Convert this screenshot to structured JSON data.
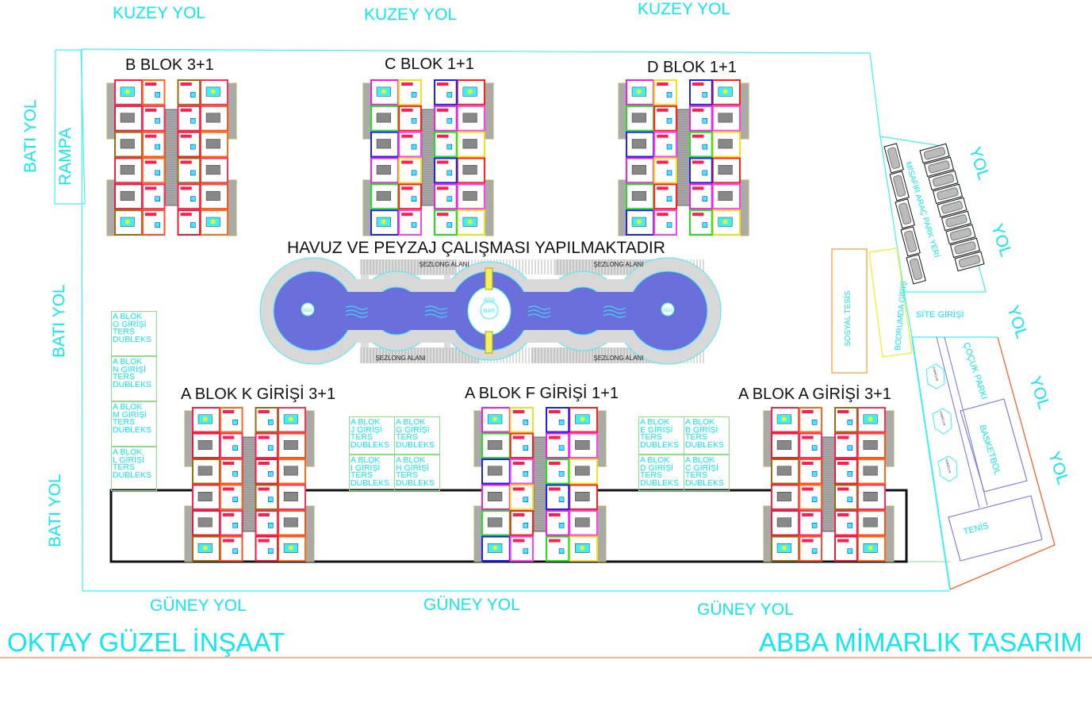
{
  "roads": {
    "north": [
      "KUZEY YOL",
      "KUZEY YOL",
      "KUZEY YOL"
    ],
    "south": [
      "GÜNEY YOL",
      "GÜNEY YOL",
      "GÜNEY YOL"
    ],
    "west": [
      "BATI YOL",
      "BATI YOL",
      "BATI YOL"
    ],
    "east": [
      "YOL",
      "YOL",
      "YOL",
      "YOL",
      "YOL"
    ],
    "ramp": "RAMPA"
  },
  "blocks": {
    "b": "B BLOK 3+1",
    "c": "C BLOK 1+1",
    "d": "D BLOK 1+1",
    "a_k": "A BLOK K GİRİŞİ 3+1",
    "a_f": "A BLOK F GİRİŞİ 1+1",
    "a_a": "A BLOK A GİRİŞİ 3+1"
  },
  "pool": {
    "title": "HAVUZ VE PEYZAJ  ÇALIŞMASI YAPILMAKTADIR",
    "sunbed_area": [
      "ŞEZLONG ALANI",
      "ŞEZLONG ALANI",
      "ŞEZLONG ALANI",
      "ŞEZLONG ALANI"
    ],
    "island": "ADA",
    "bar": "BAR",
    "small_islands": [
      "ADA",
      "ADA"
    ]
  },
  "duplex_units": {
    "left": [
      [
        "A BLOK",
        "O GİRİŞİ",
        "TERS",
        "DUBLEKS"
      ],
      [
        "A BLOK",
        "N GİRİŞİ",
        "TERS",
        "DUBLEKS"
      ],
      [
        "A BLOK",
        "M GİRİŞİ",
        "TERS",
        "DUBLEKS"
      ],
      [
        "A BLOK",
        "L GİRİŞİ",
        "TERS",
        "DUBLEKS"
      ]
    ],
    "middle": [
      [
        "A BLOK",
        "J GİRİŞİ",
        "TERS",
        "DUBLEKS"
      ],
      [
        "A BLOK",
        "G GİRİŞİ",
        "TERS",
        "DUBLEKS"
      ],
      [
        "A BLOK",
        "I GİRİŞİ",
        "TERS",
        "DUBLEKS"
      ],
      [
        "A BLOK",
        "H GİRİŞİ",
        "TERS",
        "DUBLEKS"
      ]
    ],
    "right": [
      [
        "A BLOK",
        "E GİRİŞİ",
        "TERS",
        "DUBLEKS"
      ],
      [
        "A BLOK",
        "B GİRİŞİ",
        "TERS",
        "DUBLEKS"
      ],
      [
        "A BLOK",
        "D GİRİŞİ",
        "TERS",
        "DUBLEKS"
      ],
      [
        "A BLOK",
        "C GİRİŞİ",
        "TERS",
        "DUBLEKS"
      ]
    ]
  },
  "facilities": {
    "guest_parking": "MİSAFİR ARAÇ PARK YERİ",
    "social": "SOSYAL TESİS",
    "basement_entrance": "BODRUMDA GİRİŞ",
    "site_entrance": "SİTE GİRİŞİ",
    "playground": "ÇOÇUK PARKI",
    "basketball": "BASKETBOL",
    "tennis": "TENİS",
    "gazebos": [
      "KAMELYA",
      "KAMELYA",
      "KAMELYA"
    ]
  },
  "footer": {
    "contractor": "OKTAY GÜZEL İNŞAAT",
    "architect": "ABBA MİMARLIK TASARIM"
  },
  "colors": {
    "text_cyan": "#10e8ee",
    "pool_blue": "#6b6fdc",
    "boundary": "#3ef0f5",
    "orange": "#f4632e"
  }
}
